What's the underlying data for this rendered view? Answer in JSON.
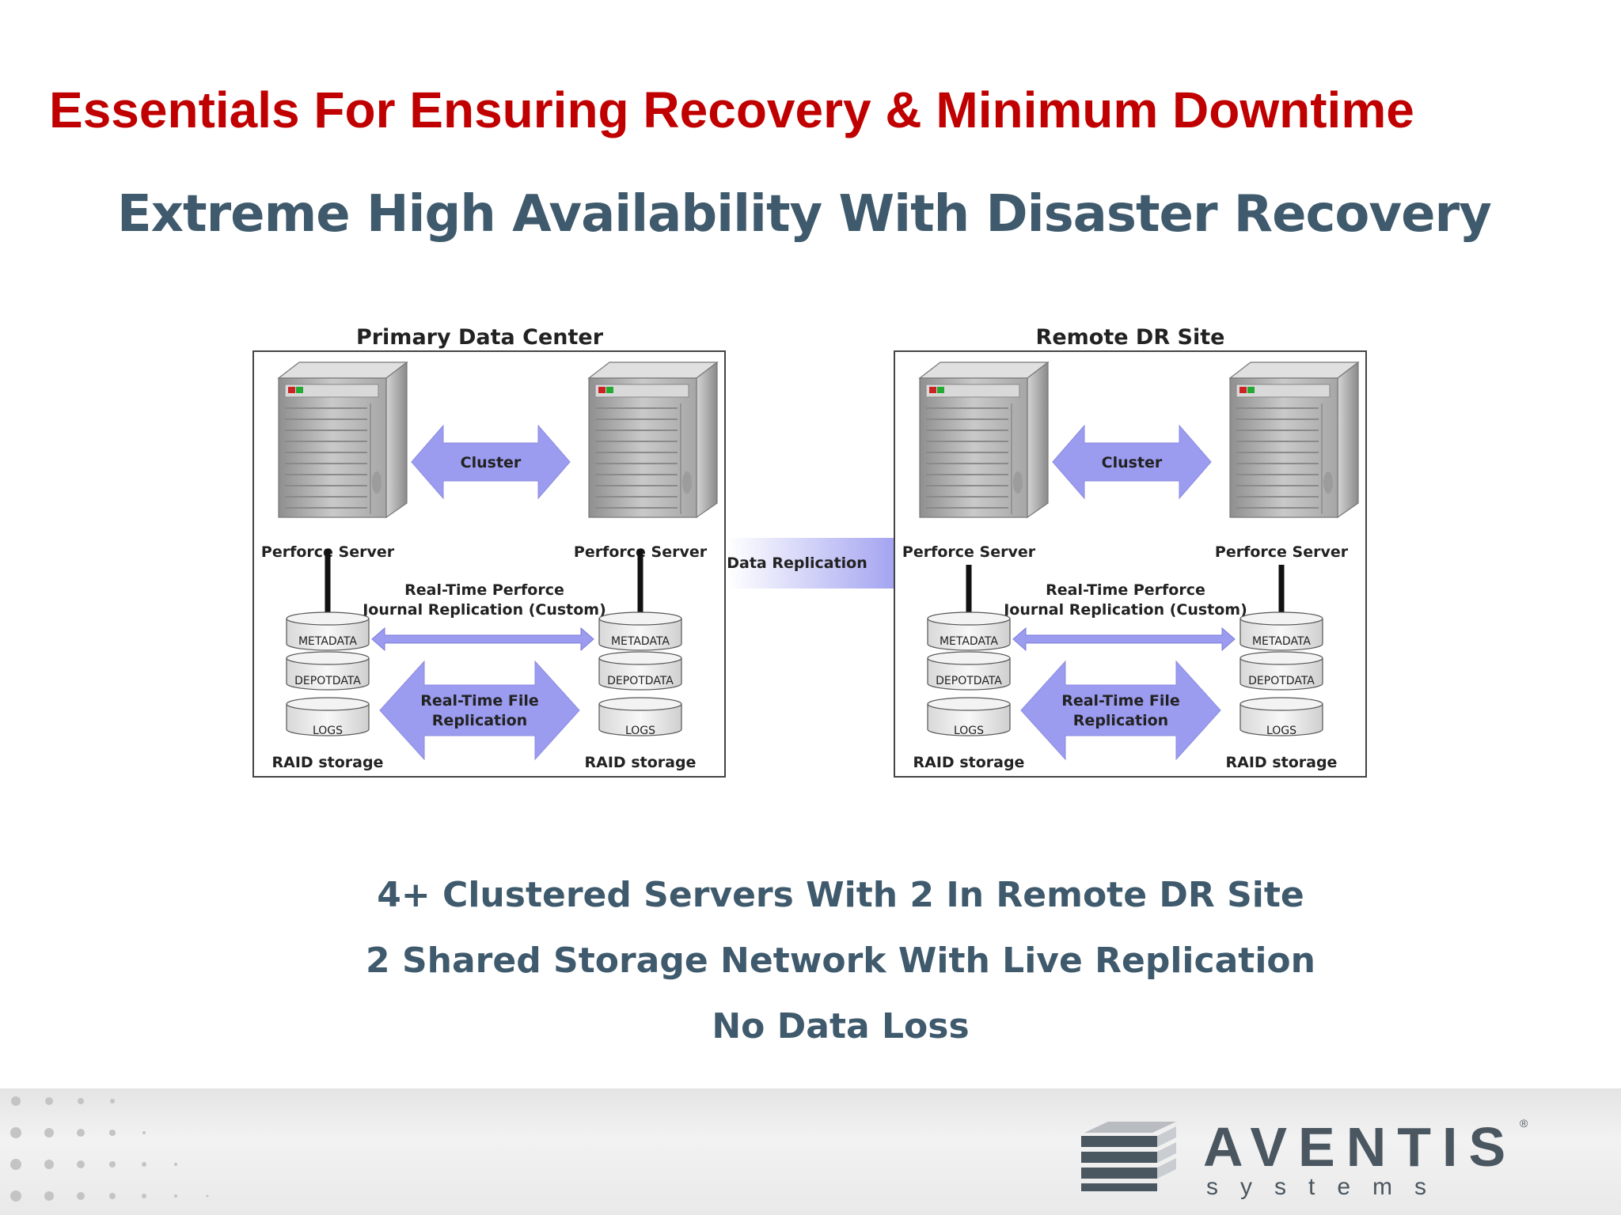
{
  "slide": {
    "title": "Essentials For Ensuring Recovery & Minimum Downtime",
    "subtitle": "Extreme High Availability With Disaster Recovery"
  },
  "diagram": {
    "sites": [
      {
        "name": "Primary Data Center",
        "cluster_label": "Cluster",
        "server_left": "Perforce Server",
        "server_right": "Perforce Server",
        "journal_line1": "Real-Time Perforce",
        "journal_line2": "Journal Replication (Custom)",
        "file_rep_line1": "Real-Time File",
        "file_rep_line2": "Replication",
        "disk_metadata": "METADATA",
        "disk_depotdata": "DEPOTDATA",
        "disk_logs": "LOGS",
        "storage_left": "RAID storage",
        "storage_right": "RAID storage"
      },
      {
        "name": "Remote DR Site",
        "cluster_label": "Cluster",
        "server_left": "Perforce Server",
        "server_right": "Perforce Server",
        "journal_line1": "Real-Time Perforce",
        "journal_line2": "Journal Replication (Custom)",
        "file_rep_line1": "Real-Time File",
        "file_rep_line2": "Replication",
        "disk_metadata": "METADATA",
        "disk_depotdata": "DEPOTDATA",
        "disk_logs": "LOGS",
        "storage_left": "RAID storage",
        "storage_right": "RAID storage"
      }
    ],
    "link_label": "Data Replication",
    "colors": {
      "arrow": "#9b9bf0",
      "server": "#b8b8b8"
    }
  },
  "bullets": [
    "4+ Clustered Servers With 2 In Remote DR Site",
    "2 Shared Storage Network With Live Replication",
    "No Data Loss"
  ],
  "logo": {
    "name": "AVENTIS",
    "tagline": "systems",
    "registered": "®"
  }
}
